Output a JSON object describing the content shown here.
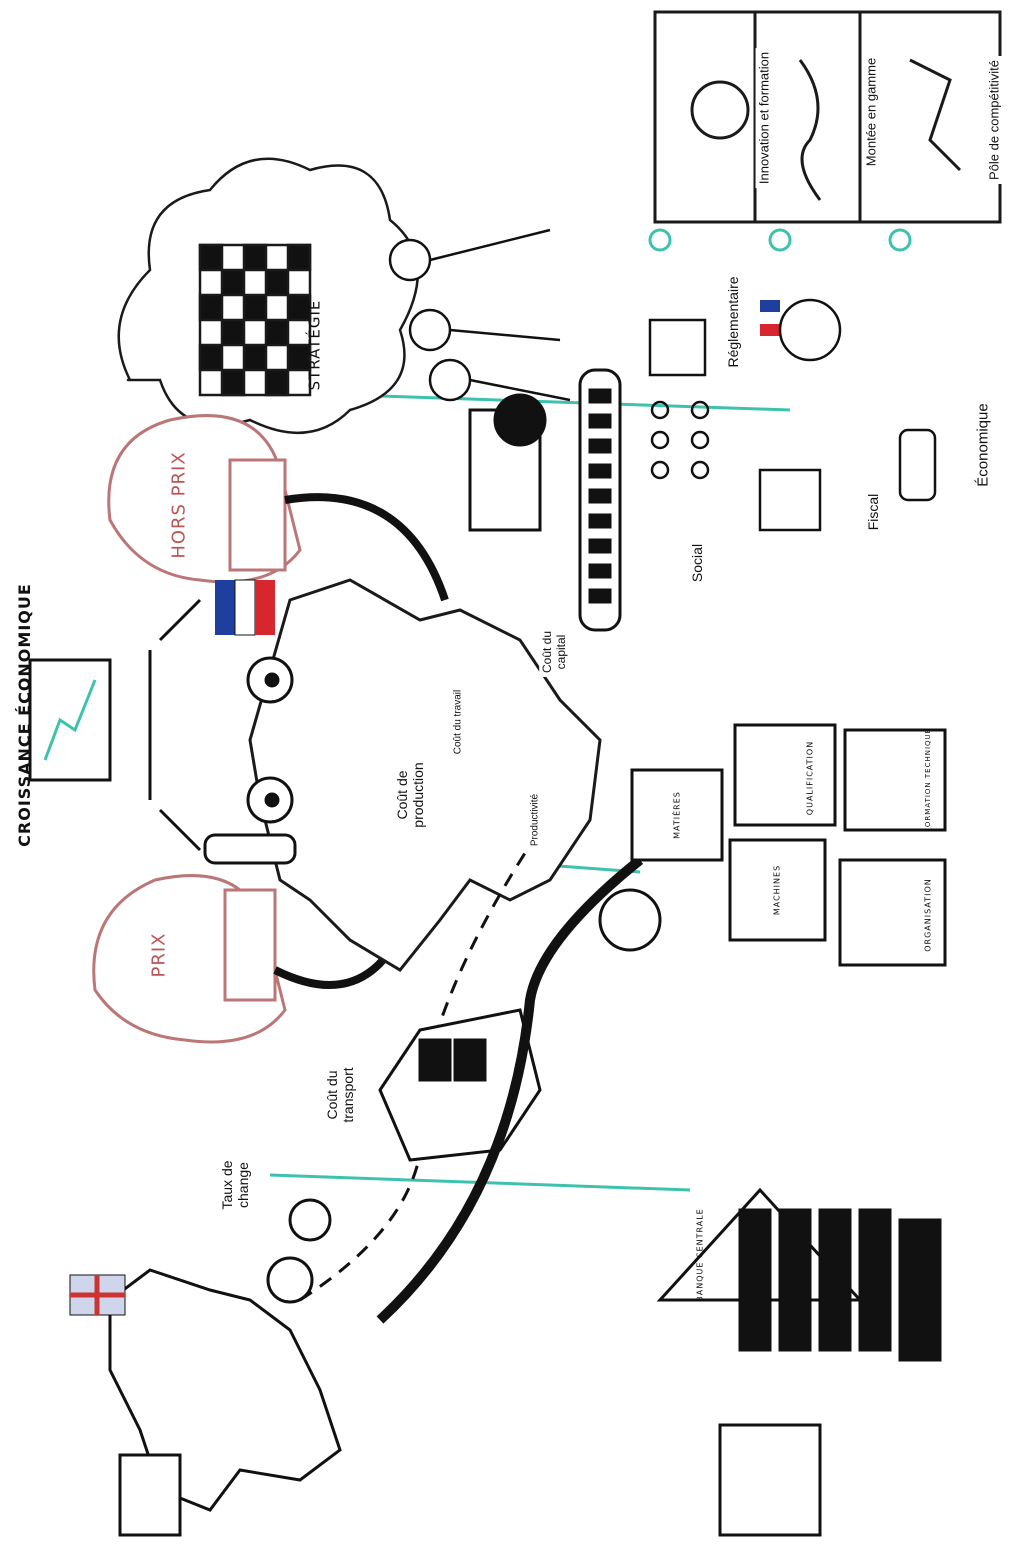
{
  "header": {
    "title": "CROISSANCE ÉCONOMIQUE"
  },
  "gloves": {
    "left": "PRIX",
    "right": "HORS PRIX"
  },
  "cloud": {
    "label": "STRATÉGIE"
  },
  "labels": {
    "taux_de_change_1": "Taux de",
    "taux_de_change_2": "change",
    "cout_transport_1": "Coût du",
    "cout_transport_2": "transport",
    "cout_production_1": "Coût de",
    "cout_production_2": "production",
    "cout_travail": "Coût du travail",
    "productivite": "Productivité",
    "cout_capital_1": "Coût du",
    "cout_capital_2": "capital",
    "social": "Social",
    "fiscal": "Fiscal",
    "economique": "Économique",
    "reglementaire": "Réglementaire",
    "innovation": "Innovation et formation",
    "montee": "Montée en gamme",
    "pole": "Pôle de compétitivité"
  },
  "boxes": [
    "MATIÈRES",
    "QUALIFICATION",
    "FORMATION TECHNIQUE",
    "MACHINES",
    "ORGANISATION"
  ],
  "bank": {
    "label": "BANQUE CENTRALE"
  },
  "colors": {
    "teal": "#3ec1ad",
    "glove": "#c99",
    "ink": "#1a1a1a",
    "france_blue": "#1f3f9e",
    "france_red": "#d8262e"
  }
}
